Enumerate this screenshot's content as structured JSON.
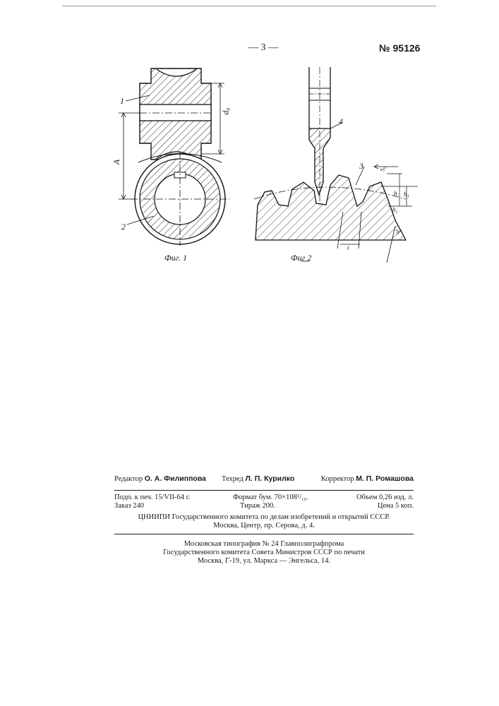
{
  "header": {
    "page_number": "— 3 —",
    "patent_number": "№ 95126"
  },
  "figures": {
    "fig1": {
      "caption": "Фиг. 1",
      "labels": {
        "part_1": "1",
        "part_2": "2",
        "distance_a": "A",
        "diameter_d0": "d₀"
      }
    },
    "fig2": {
      "caption": "Фиг 2",
      "labels": {
        "part_3": "3",
        "part_4": "4",
        "s0": "S₀",
        "h": "h",
        "h1": "h₁",
        "h2": "h₂",
        "t": "t",
        "d0": "d₀"
      }
    }
  },
  "imprint": {
    "editor_label": "Редактор",
    "editor_name": "О. А. Филиппова",
    "techred_label": "Техред",
    "techred_name": "Л. П. Курилко",
    "corrector_label": "Корректор",
    "corrector_name": "М. П. Ромашова",
    "signed": "Подп. к печ. 15/VII-64 г.",
    "format": "Формат бум. 70×108¹/₁₆.",
    "volume": "Объем 0,26 изд. л.",
    "order": "Заказ 240",
    "print_run": "Тираж 200.",
    "price": "Цена 5 коп.",
    "institute_line1": "ЦНИИПИ Государственного комитета по делам изобретений и открытий СССР.",
    "institute_line2": "Москва, Центр, пр. Серова, д. 4.",
    "printer_line1": "Московская типография № 24 Главполиграфпрома",
    "printer_line2": "Государственного комитета Совета Министров СССР по печати",
    "printer_line3": "Москва, Г-19, ул. Маркса — Энгельса, 14."
  }
}
